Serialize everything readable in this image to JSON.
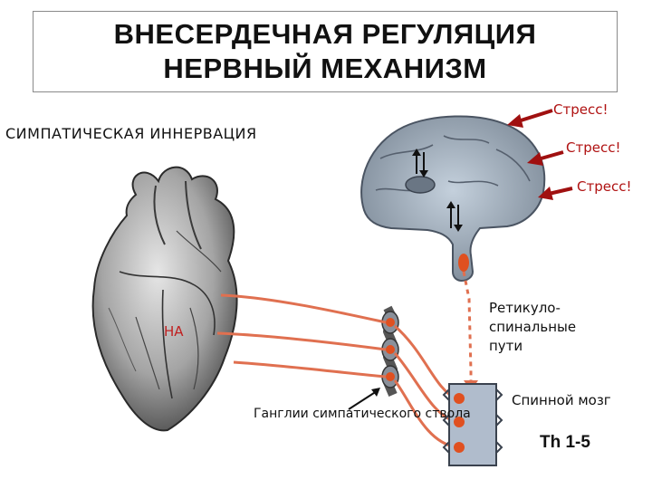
{
  "title": {
    "line1": "ВНЕСЕРДЕЧНАЯ РЕГУЛЯЦИЯ",
    "line2": "НЕРВНЫЙ МЕХАНИЗМ"
  },
  "subtitle": "СИМПАТИЧЕСКАЯ ИННЕРВАЦИЯ",
  "stress_labels": [
    "Стресс!",
    "Стресс!",
    "Стресс!"
  ],
  "labels": {
    "na": "НА",
    "reticulospinal": "Ретикуло-спинальные пути",
    "ganglia": "Ганглии симпатического ствола",
    "spinal_cord": "Спинной мозг",
    "segment": "Th 1-5"
  },
  "colors": {
    "stress_arrow": "#a01010",
    "nerve": "#e07050",
    "neuron": "#e05020",
    "brain": "#a8b6c4",
    "cord": "#b0bccc"
  }
}
